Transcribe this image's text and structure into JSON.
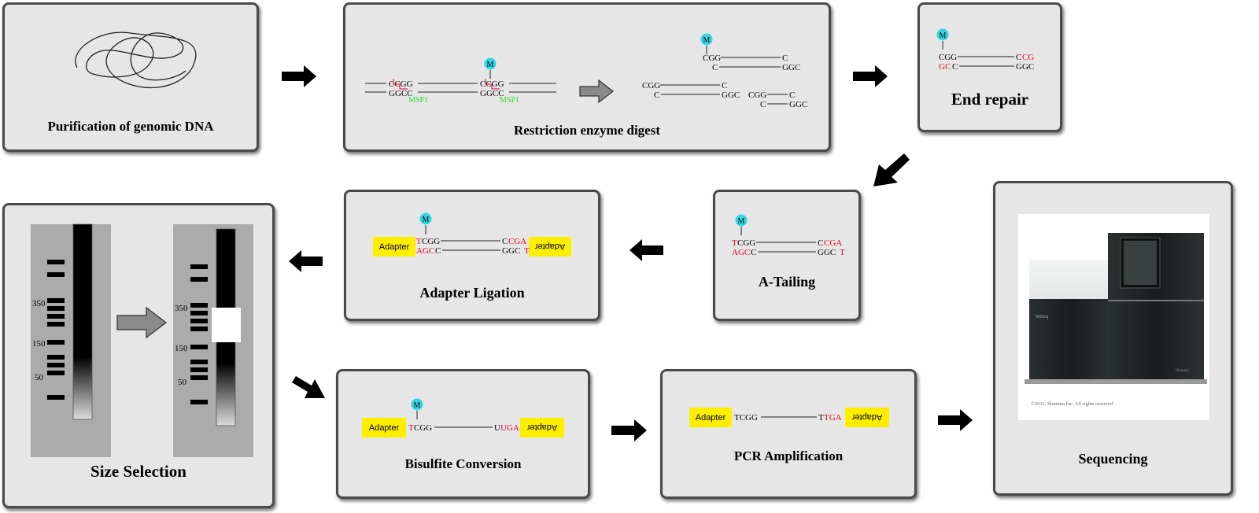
{
  "panels": {
    "purification": {
      "title": "Purification of genomic DNA"
    },
    "restriction": {
      "title": "Restriction enzyme digest",
      "enzyme": "MSP1"
    },
    "end_repair": {
      "title": "End repair"
    },
    "a_tailing": {
      "title": "A-Tailing"
    },
    "adapter_ligation": {
      "title": "Adapter Ligation"
    },
    "size_selection": {
      "title": "Size Selection",
      "ladder_labels": [
        "350",
        "150",
        "50"
      ]
    },
    "bisulfite": {
      "title": "Bisulfite Conversion"
    },
    "pcr": {
      "title": "PCR Amplification"
    },
    "sequencing": {
      "title": "Sequencing",
      "caption": "©2011, Illumina Inc. All rights reserved.",
      "brand": "MiSeq",
      "brand2": "illumina"
    }
  },
  "labels": {
    "methyl": "M",
    "adapter": "Adapter",
    "seq": {
      "ccgg": "CCGG",
      "ggcc": "GGCC",
      "cgg": "CGG",
      "c": "C",
      "ggc": "GGC",
      "gc": "GC",
      "cg": "CG",
      "t": "T",
      "agc": "AGC",
      "cga": "CGA",
      "u": "U",
      "uga": "UGA",
      "tga": "TGA",
      "tcgg": "TCGG"
    }
  },
  "colors": {
    "panel_bg": "#e6e6e6",
    "panel_border": "#4a4a4a",
    "methyl": "#33d6e6",
    "adapter": "#ffee00",
    "red": "#e8001c",
    "green": "#33dd33"
  }
}
